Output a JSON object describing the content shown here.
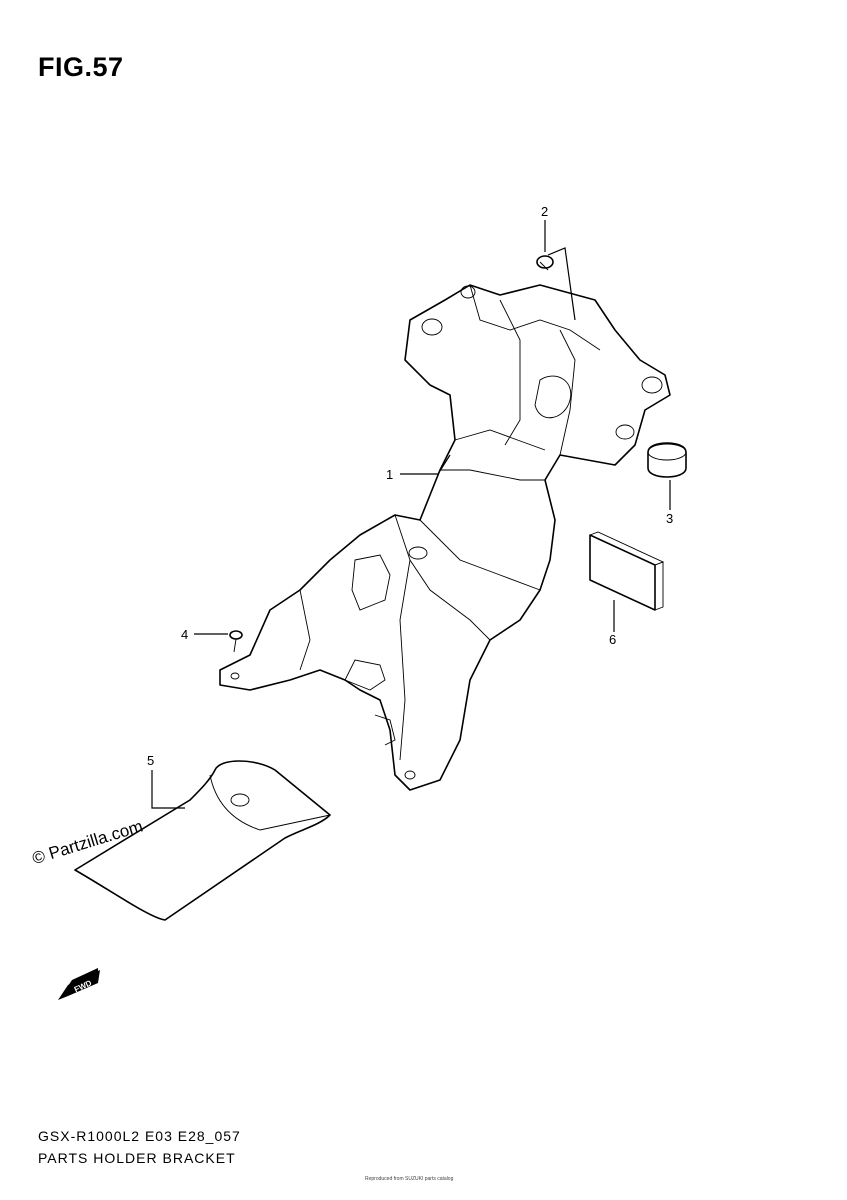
{
  "figure": {
    "title": "FIG.57"
  },
  "callouts": [
    {
      "id": "1",
      "label": "1"
    },
    {
      "id": "2",
      "label": "2"
    },
    {
      "id": "3",
      "label": "3"
    },
    {
      "id": "4",
      "label": "4"
    },
    {
      "id": "5",
      "label": "5"
    },
    {
      "id": "6",
      "label": "6"
    }
  ],
  "watermark": "© Partzilla.com",
  "fwd_badge": "FWD",
  "footer": {
    "model_code": "GSX-R1000L2 E03 E28_057",
    "section_name": "PARTS HOLDER BRACKET"
  },
  "fine_print": "Reproduced from SUZUKI parts catalog"
}
